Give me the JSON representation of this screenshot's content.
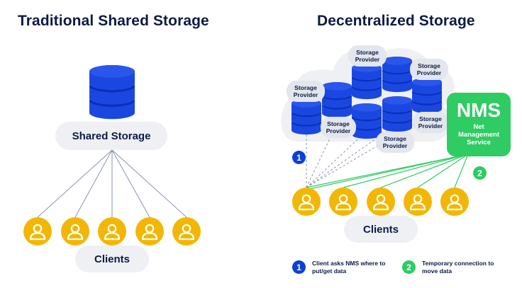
{
  "left_panel": {
    "title": "Traditional Shared Storage",
    "storage_label": "Shared Storage",
    "clients_label": "Clients"
  },
  "right_panel": {
    "title": "Decentralized Storage",
    "provider_label_line1": "Storage",
    "provider_label_line2": "Provider",
    "nms": {
      "title": "NMS",
      "subtitle_line1": "Net",
      "subtitle_line2": "Management",
      "subtitle_line3": "Service"
    },
    "clients_label": "Clients",
    "step_badges": [
      "1",
      "2"
    ]
  },
  "legend": {
    "items": [
      {
        "number": "1",
        "line1": "Client asks NMS where to",
        "line2": "put/get data",
        "color": "#0d3fd8"
      },
      {
        "number": "2",
        "line1": "Temporary connection to",
        "line2": "move data",
        "color": "#2ecc63"
      }
    ]
  },
  "colors": {
    "database": "#1a47e0",
    "database_dark": "#0b2fb8",
    "client": "#f2b705",
    "green": "#2ecc63",
    "navy": "#0d1b45",
    "line_gray": "#8a93a8"
  },
  "icons": {
    "database": "database-icon",
    "client": "user-avatar-icon"
  }
}
